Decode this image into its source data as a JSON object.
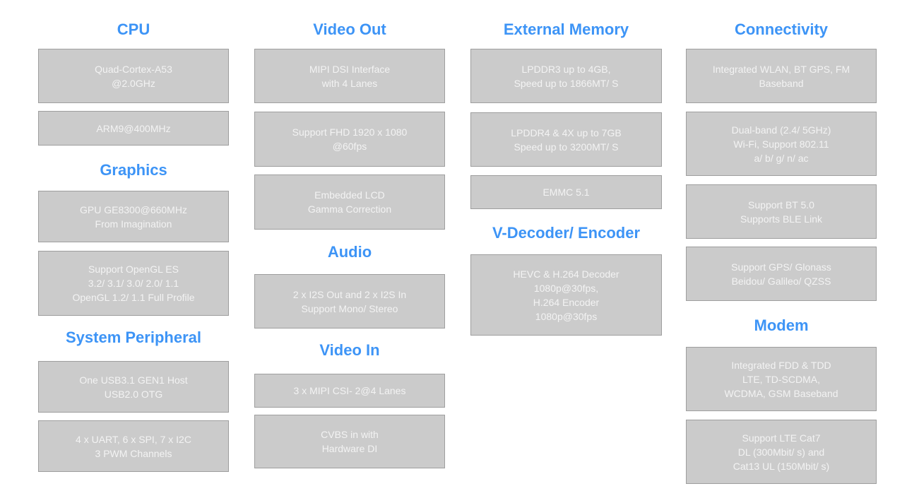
{
  "colors": {
    "heading": "#3d94f6",
    "box_fill": "#cbcbcb",
    "box_border": "#9e9e9e",
    "box_text": "#f3f3f3"
  },
  "cpu": {
    "heading": "CPU",
    "boxes": [
      "Quad-Cortex-A53\n@2.0GHz",
      "ARM9@400MHz"
    ]
  },
  "graphics": {
    "heading": "Graphics",
    "boxes": [
      "GPU GE8300@660MHz\nFrom Imagination",
      "Support OpenGL ES\n3.2/ 3.1/ 3.0/ 2.0/ 1.1\nOpenGL 1.2/ 1.1 Full Profile"
    ]
  },
  "system_peripheral": {
    "heading": "System Peripheral",
    "boxes": [
      "One USB3.1 GEN1 Host\nUSB2.0 OTG",
      "4 x UART, 6 x SPI, 7 x I2C\n3 PWM Channels"
    ]
  },
  "video_out": {
    "heading": "Video Out",
    "boxes": [
      "MIPI DSI Interface\nwith 4 Lanes",
      "Support FHD 1920 x 1080\n@60fps",
      "Embedded LCD\nGamma Correction"
    ]
  },
  "audio": {
    "heading": "Audio",
    "boxes": [
      "2 x I2S Out and 2 x I2S In\nSupport Mono/ Stereo"
    ]
  },
  "video_in": {
    "heading": "Video In",
    "boxes": [
      "3 x MIPI CSI- 2@4 Lanes",
      "CVBS in with\nHardware DI"
    ]
  },
  "external_memory": {
    "heading": "External Memory",
    "boxes": [
      "LPDDR3 up to 4GB,\nSpeed up to 1866MT/ S",
      "LPDDR4 & 4X up to 7GB\nSpeed up to 3200MT/ S",
      "EMMC 5.1"
    ]
  },
  "v_decoder_encoder": {
    "heading": "V-Decoder/ Encoder",
    "boxes": [
      "HEVC & H.264 Decoder\n1080p@30fps,\nH.264 Encoder\n1080p@30fps"
    ]
  },
  "connectivity": {
    "heading": "Connectivity",
    "boxes": [
      "Integrated WLAN, BT GPS, FM\nBaseband",
      "Dual-band (2.4/ 5GHz)\nWi-Fi, Support 802.11\na/ b/ g/ n/ ac",
      "Support BT 5.0\nSupports BLE Link",
      "Support GPS/ Glonass\nBeidou/ Galileo/ QZSS"
    ]
  },
  "modem": {
    "heading": "Modem",
    "boxes": [
      "Integrated  FDD & TDD\nLTE, TD-SCDMA,\nWCDMA, GSM Baseband",
      "Support LTE Cat7\nDL (300Mbit/ s) and\nCat13 UL (150Mbit/ s)"
    ]
  }
}
